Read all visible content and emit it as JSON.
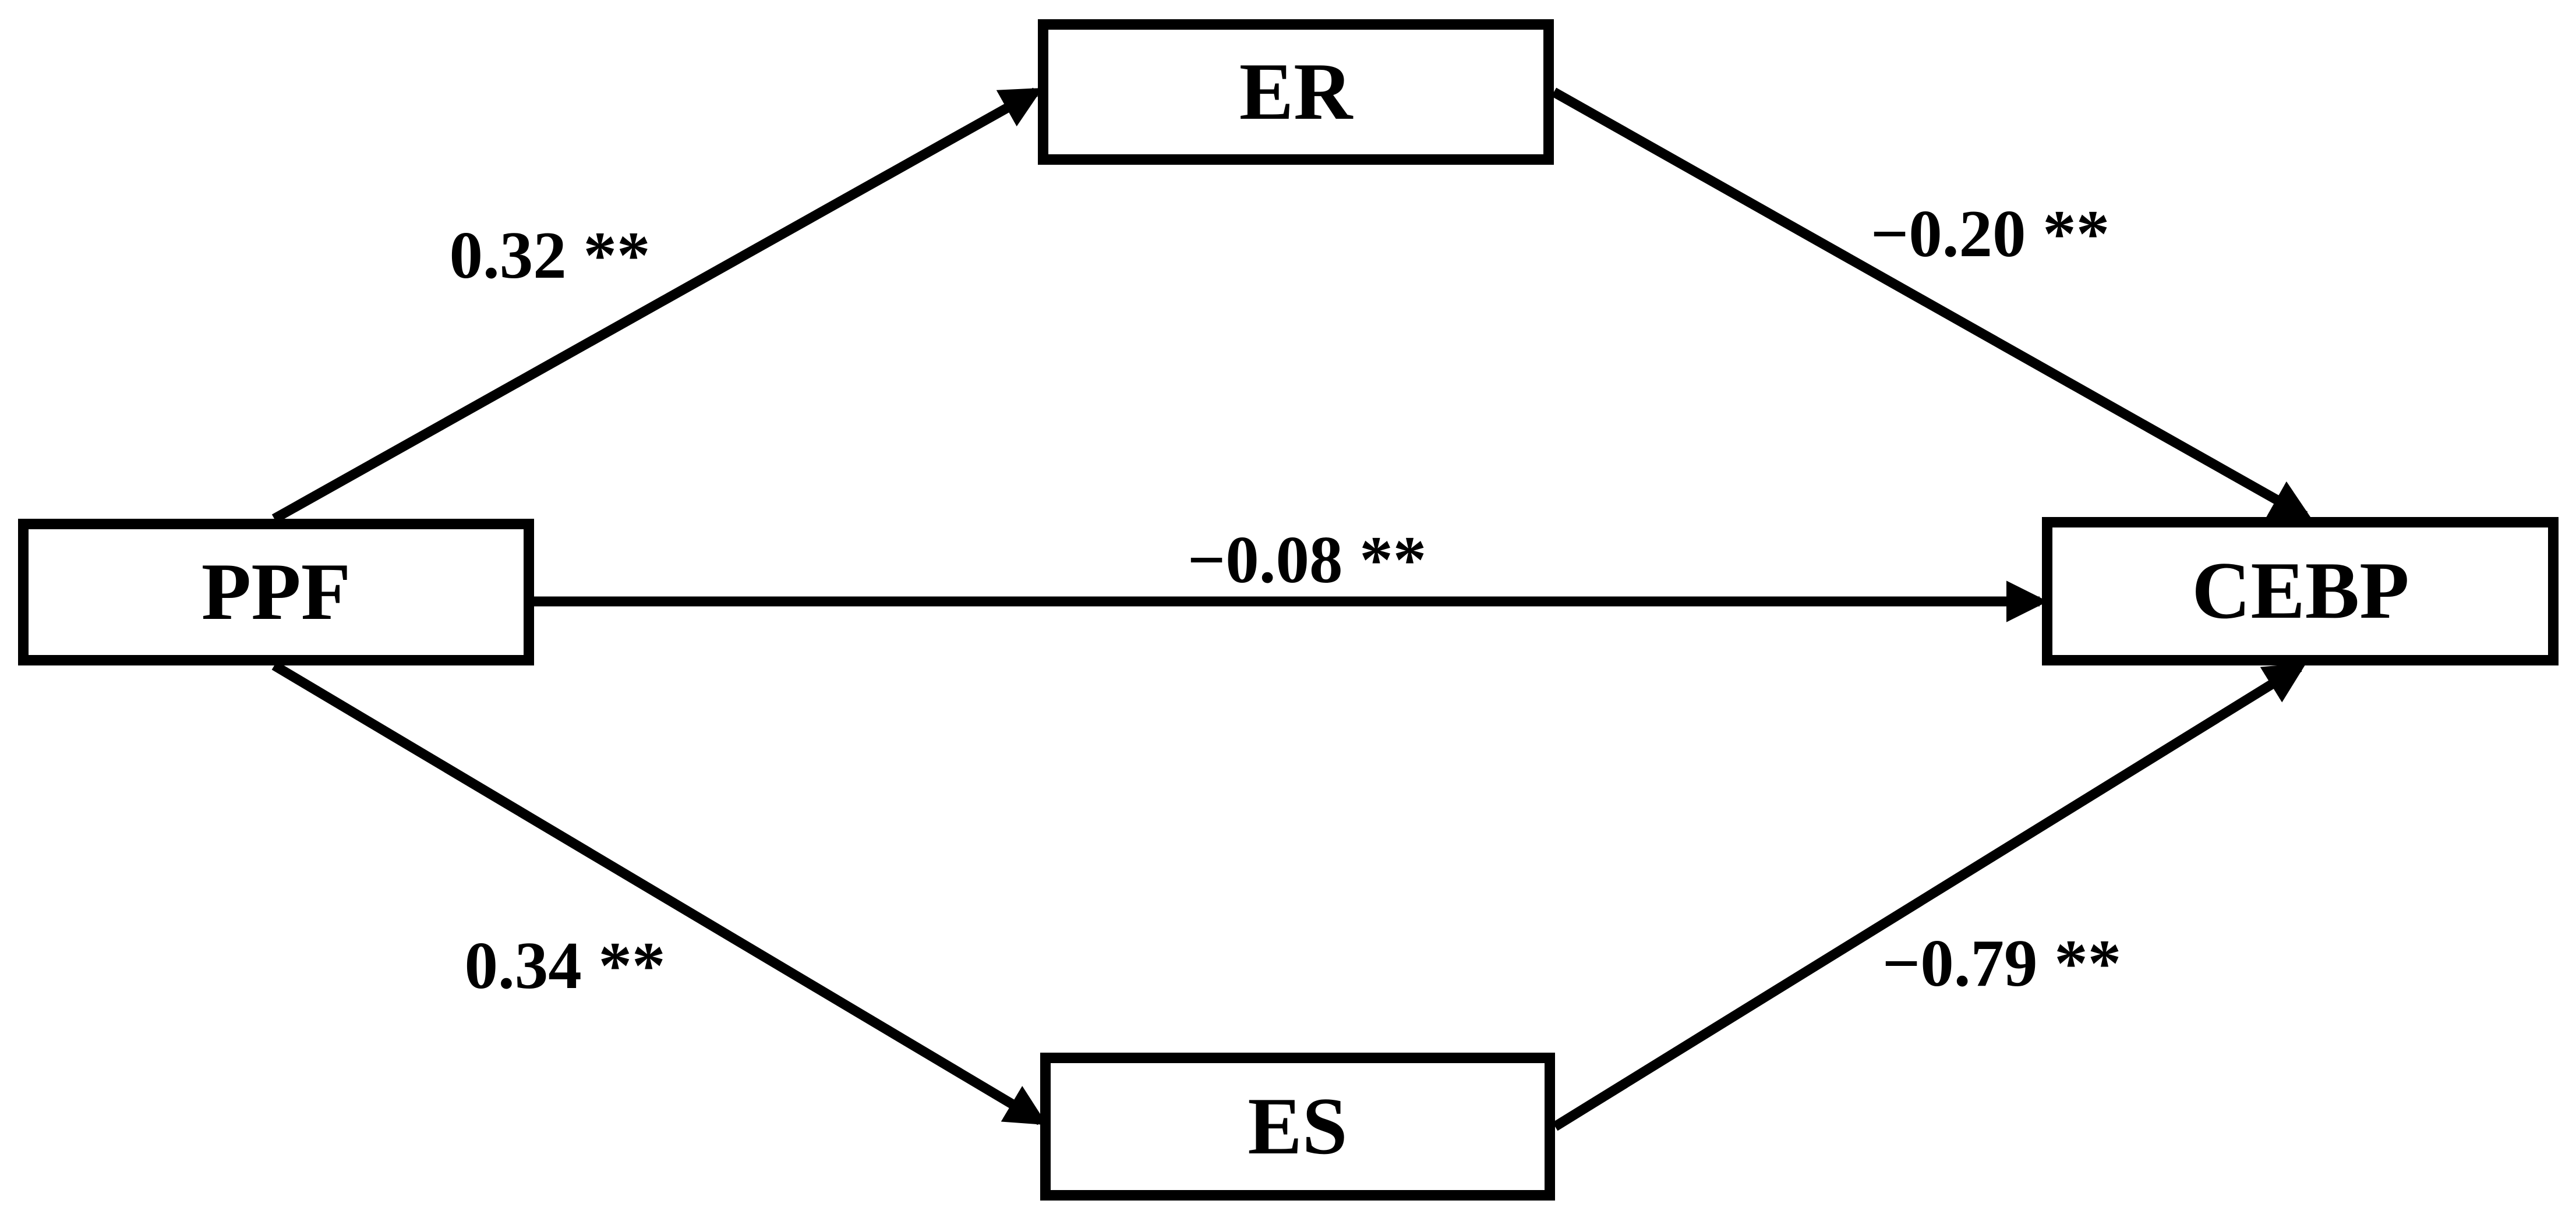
{
  "figure": {
    "type": "path-diagram",
    "background_color": "#ffffff",
    "ink_color": "#000000"
  },
  "diagram": {
    "nodes": [
      {
        "id": "ppf",
        "label": "PPF"
      },
      {
        "id": "er",
        "label": "ER"
      },
      {
        "id": "es",
        "label": "ES"
      },
      {
        "id": "cebp",
        "label": "CEBP"
      }
    ],
    "edges": [
      {
        "from": "PPF",
        "to": "ER",
        "label": "0.32 **"
      },
      {
        "from": "ER",
        "to": "CEBP",
        "label": "−0.20 **"
      },
      {
        "from": "PPF",
        "to": "CEBP",
        "label": "−0.08 **"
      },
      {
        "from": "PPF",
        "to": "ES",
        "label": "0.34 **"
      },
      {
        "from": "ES",
        "to": "CEBP",
        "label": "−0.79 **"
      }
    ]
  }
}
